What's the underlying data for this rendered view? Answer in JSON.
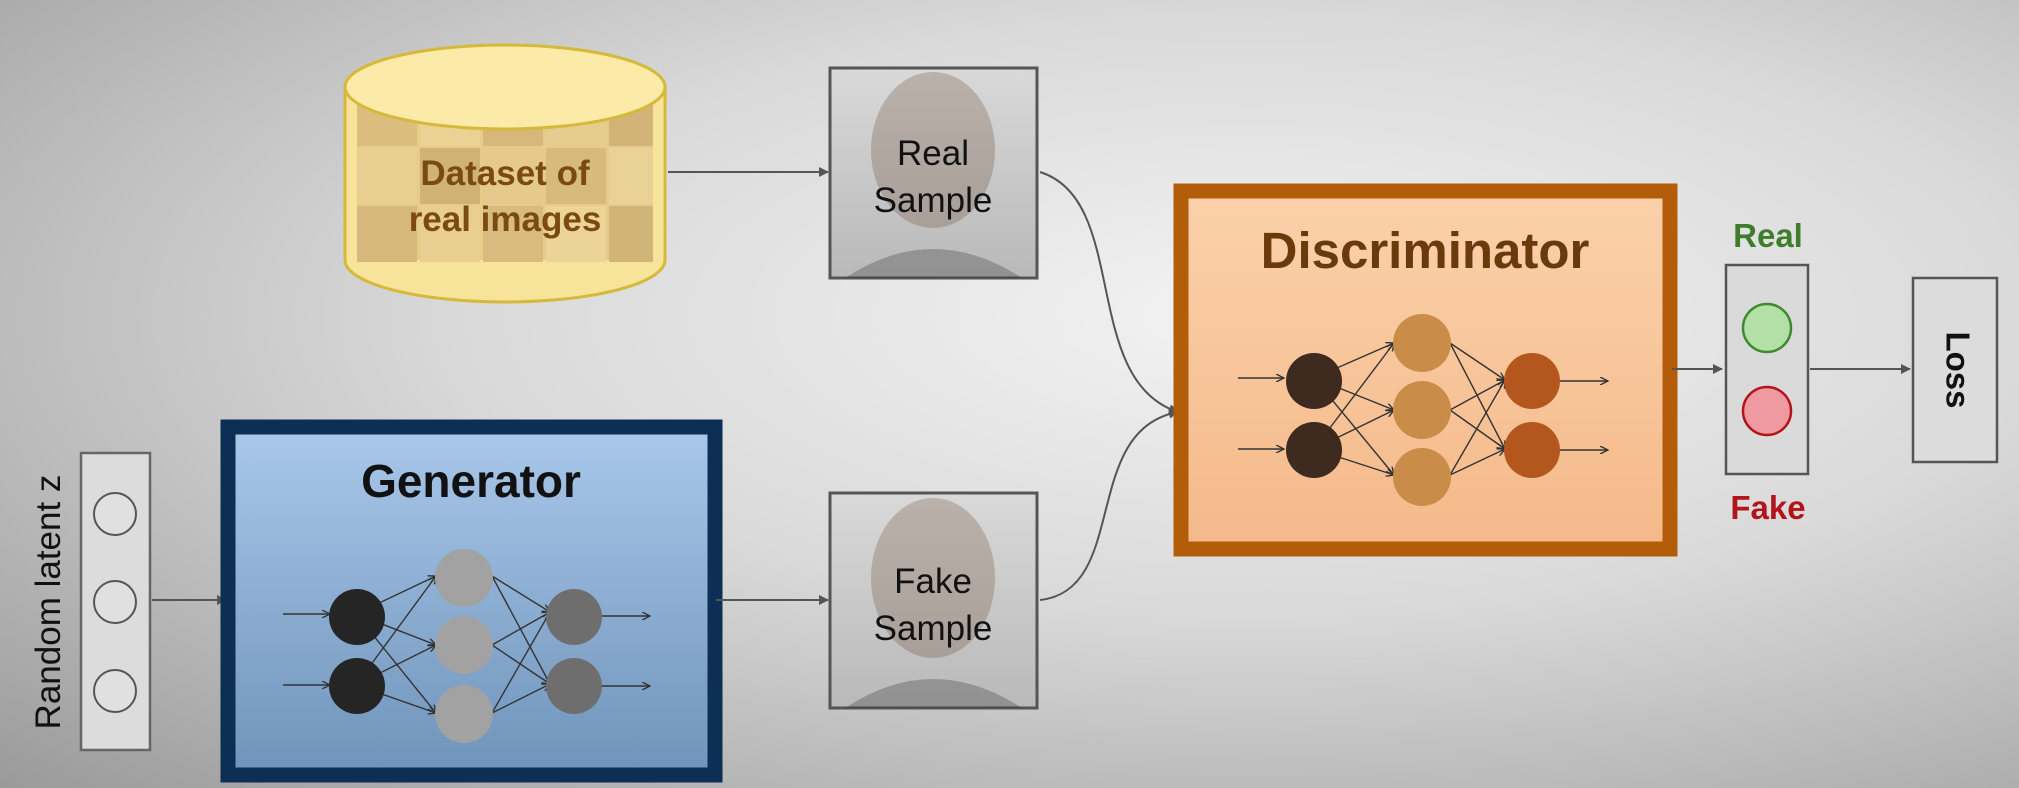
{
  "dataset": {
    "line1": "Dataset of",
    "line2": "real images"
  },
  "real_sample": {
    "line1": "Real",
    "line2": "Sample"
  },
  "fake_sample": {
    "line1": "Fake",
    "line2": "Sample"
  },
  "generator": {
    "title": "Generator"
  },
  "discriminator": {
    "title": "Discriminator"
  },
  "latent": {
    "label": "Random latent z"
  },
  "output": {
    "real_label": "Real",
    "fake_label": "Fake"
  },
  "loss": {
    "label": "Loss"
  },
  "colors": {
    "dataset_fill": "#f7e49a",
    "dataset_text": "#7a4a10",
    "generator_border": "#0d2f55",
    "generator_fill": "#8fb3d9",
    "discriminator_border": "#b35d0a",
    "discriminator_fill": "#f9c79a",
    "discriminator_text": "#6a3a0c",
    "real_green": "#3e7d2c",
    "fake_red": "#b3141c"
  }
}
